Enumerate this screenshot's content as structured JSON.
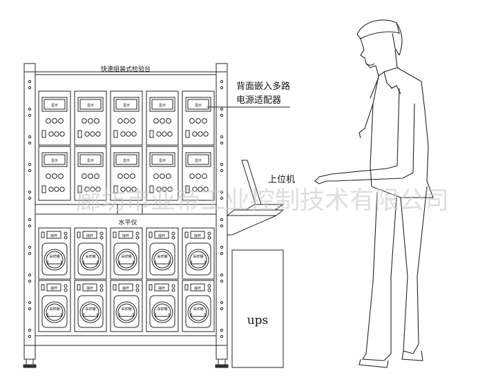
{
  "rack": {
    "title": "快速组装式检验台",
    "unit_top_label": "显示",
    "unit_bottom_label": "摇杆",
    "bottom_window_label": "采样罐",
    "level_label": "水平仪"
  },
  "labels": {
    "rear_adapter_line1": "背面嵌入多路",
    "rear_adapter_line2": "电源适配器",
    "host_pc": "上位机",
    "ups": "ups"
  },
  "watermark": "廊坊市亚帝工业控制技术有限公司"
}
